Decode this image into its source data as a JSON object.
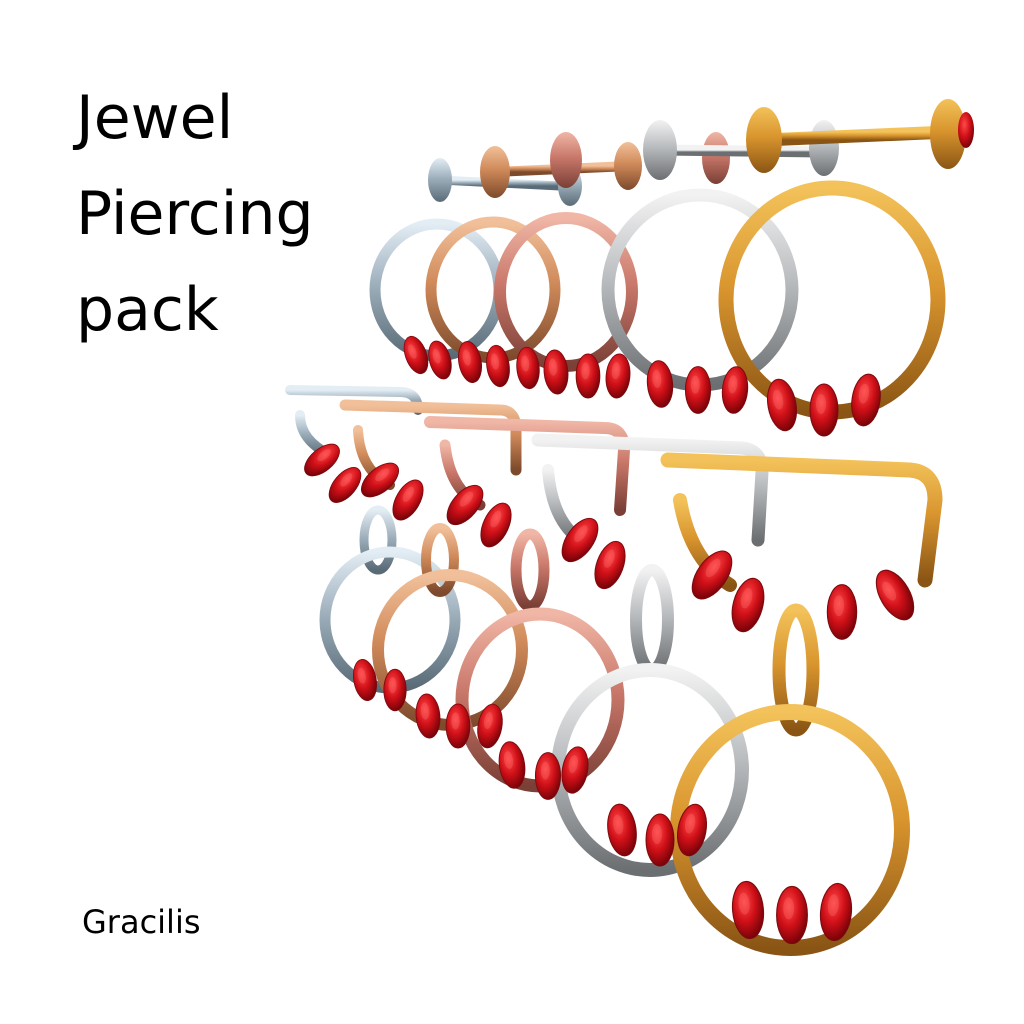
{
  "title": {
    "lines": [
      "Jewel",
      "Piercing",
      "pack"
    ]
  },
  "credit": "Gracilis",
  "colors": {
    "background": "#ffffff",
    "text": "#000000",
    "gold": "#d9952e",
    "copper": "#d08a5a",
    "rose": "#c9786a",
    "silver": "#b9bcbf",
    "steel_blue": "#9fb0bd",
    "gem_red": "#d01018"
  },
  "products": {
    "barbells": {
      "count": 5,
      "finishes": [
        "steel_blue",
        "copper",
        "rose",
        "silver",
        "gold"
      ]
    },
    "captive_rings": {
      "count": 5,
      "finishes": [
        "steel_blue",
        "copper",
        "rose",
        "silver",
        "gold"
      ]
    },
    "hook_pendants": {
      "count": 5,
      "finishes": [
        "steel_blue",
        "copper",
        "rose",
        "silver",
        "gold"
      ]
    }
  }
}
